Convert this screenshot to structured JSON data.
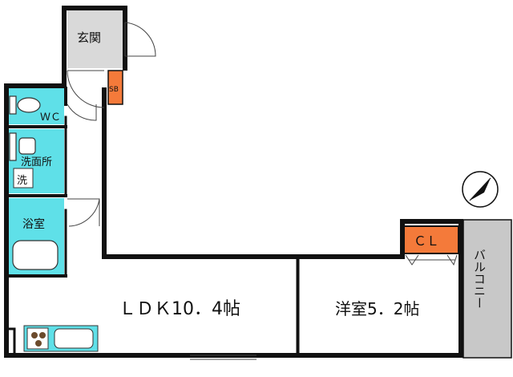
{
  "rooms": {
    "entrance": "玄関",
    "shoe_box": "SB",
    "toilet": "ＷＣ",
    "washroom": "洗面所",
    "washer": "洗",
    "bath": "浴室",
    "ldk": "ＬＤＫ10．4帖",
    "western": "洋室5．2帖",
    "closet": "ＣＬ",
    "balcony": "バルコニー"
  },
  "colors": {
    "wall": "#111111",
    "entrance_floor": "#d9d9d9",
    "wet_area": "#5fe0e8",
    "storage": "#f47a3a",
    "balcony": "#c8c8c8",
    "kitchen": "#5fe0e8"
  },
  "icons": [
    "compass-north-icon",
    "stove-burner-icon",
    "sink-icon",
    "toilet-icon",
    "bathtub-icon",
    "washbasin-icon"
  ]
}
